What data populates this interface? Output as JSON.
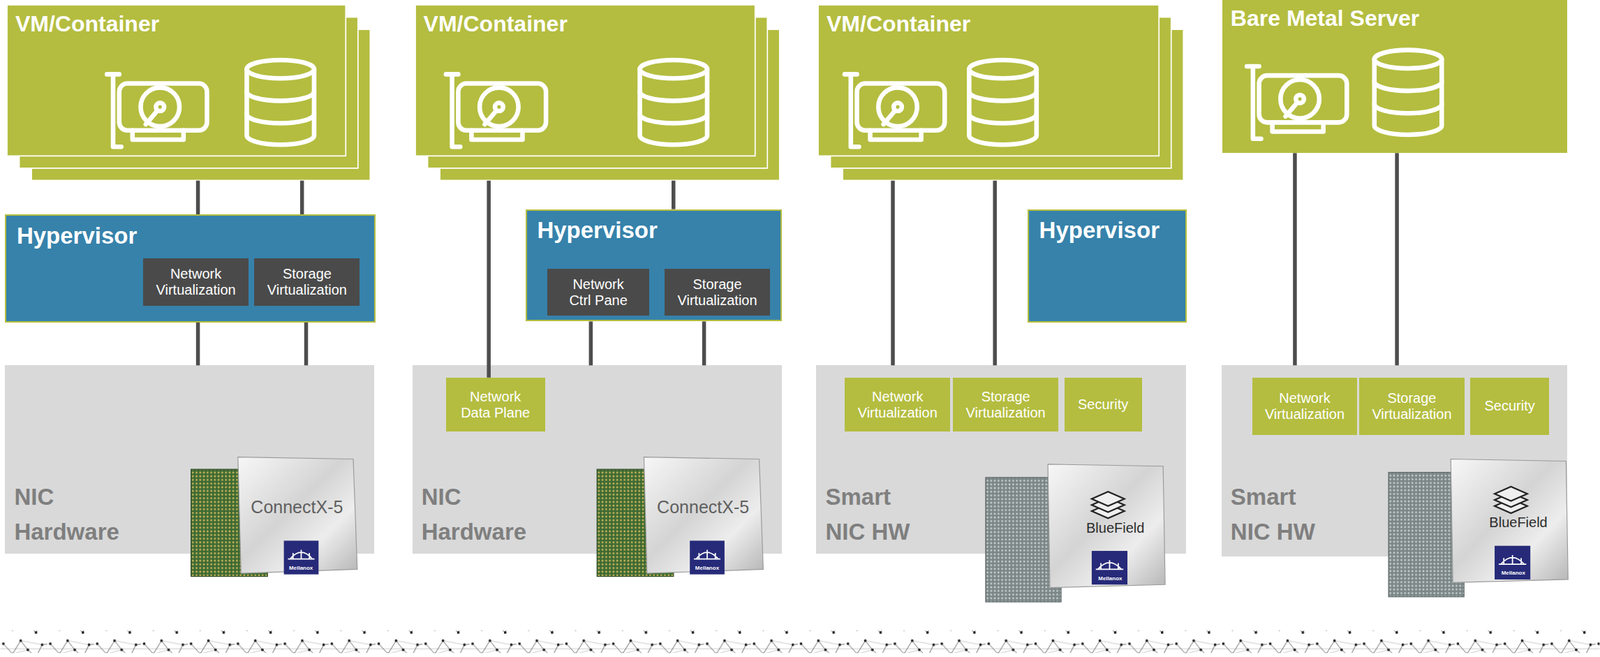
{
  "diagram": {
    "nodes": [
      {
        "text": [
          "VM/Container"
        ]
      },
      {
        "text": [
          "Hypervisor"
        ]
      },
      {
        "text": [
          "Network Virtualization"
        ],
        "in": 1
      },
      {
        "text": [
          "Storage Virtualization"
        ],
        "in": 1
      },
      {
        "text": [
          "NIC Hardware"
        ]
      },
      {
        "text": [
          "VM/Container"
        ]
      },
      {
        "text": [
          "Hypervisor"
        ]
      },
      {
        "text": [
          "Network Ctrl Pane"
        ],
        "in": 6
      },
      {
        "text": [
          "Storage Virtualization"
        ],
        "in": 6
      },
      {
        "text": [
          "NIC Hardware"
        ]
      },
      {
        "text": [
          "Network Data Plane"
        ],
        "in": 9
      },
      {
        "text": [
          "VM/Container"
        ]
      },
      {
        "text": [
          "Hypervisor"
        ]
      },
      {
        "text": [
          "Smart NIC HW"
        ]
      },
      {
        "text": [
          "Network Virtualization"
        ],
        "in": 13
      },
      {
        "text": [
          "Storage Virtualization"
        ],
        "in": 13
      },
      {
        "text": [
          "Security"
        ],
        "in": 13
      },
      {
        "text": [
          "Bare Metal Server"
        ]
      },
      {
        "text": [
          "Smart NIC HW"
        ]
      },
      {
        "text": [
          "Network Virtualization"
        ],
        "in": 18
      },
      {
        "text": [
          "Storage Virtualization"
        ],
        "in": 18
      },
      {
        "text": [
          "Security"
        ],
        "in": 18
      }
    ],
    "edges": [
      {
        "from": 0,
        "to": 1,
        "arrow": "none"
      },
      {
        "from": 0,
        "to": 1,
        "arrow": "none"
      },
      {
        "from": 1,
        "to": 4,
        "arrow": "none"
      },
      {
        "from": 1,
        "to": 4,
        "arrow": "none"
      },
      {
        "from": 5,
        "to": 10,
        "arrow": "none"
      },
      {
        "from": 5,
        "to": 6,
        "arrow": "none"
      },
      {
        "from": 6,
        "to": 9,
        "arrow": "none"
      },
      {
        "from": 6,
        "to": 9,
        "arrow": "none"
      },
      {
        "from": 11,
        "to": 13,
        "arrow": "none"
      },
      {
        "from": 11,
        "to": 13,
        "arrow": "none"
      },
      {
        "from": 17,
        "to": 18,
        "arrow": "none"
      },
      {
        "from": 17,
        "to": 18,
        "arrow": "none"
      }
    ],
    "labels": [
      "ConnectX-5",
      "Mellanox",
      "ConnectX-5",
      "Mellanox",
      "BlueField",
      "Mellanox",
      "BlueField",
      "Mellanox"
    ]
  }
}
